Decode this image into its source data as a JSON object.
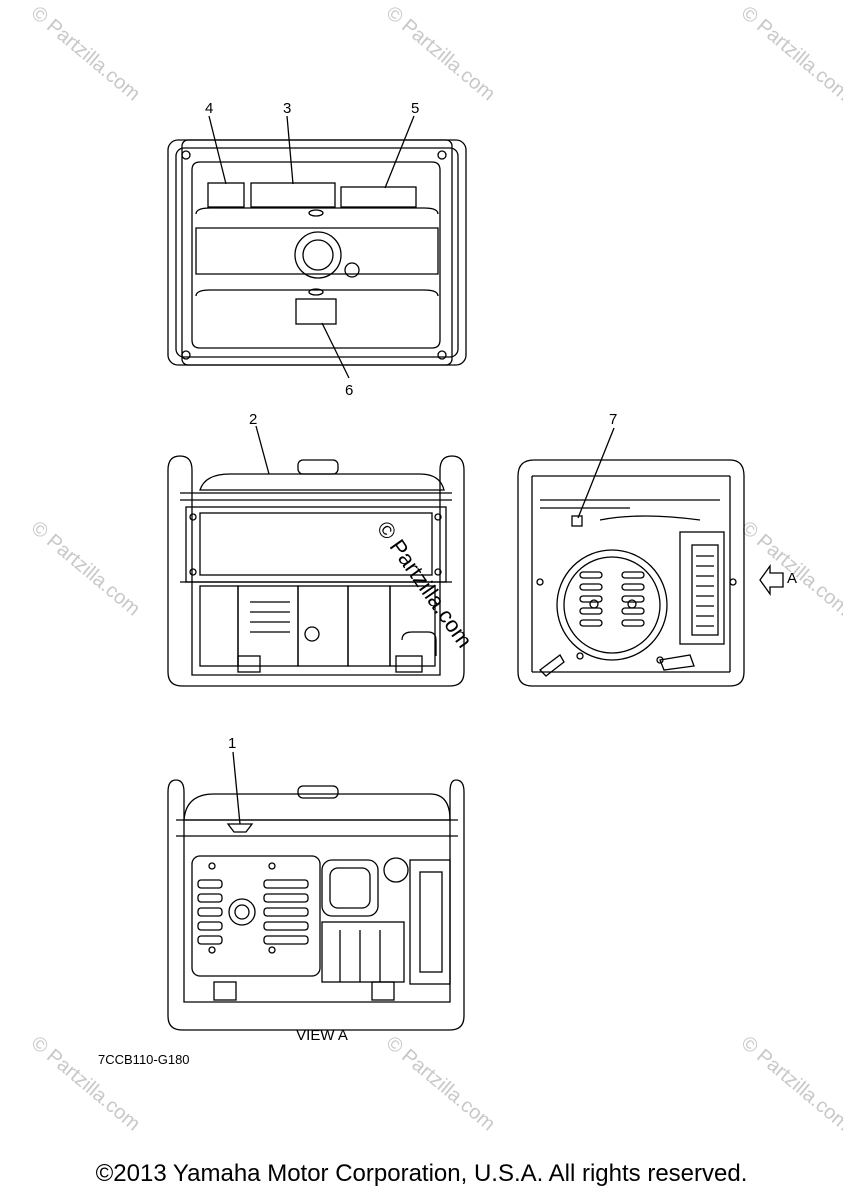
{
  "watermark": {
    "text": "© Partzilla.com",
    "center_text": "© Partzilla.com"
  },
  "callouts": [
    "1",
    "2",
    "3",
    "4",
    "5",
    "6",
    "7"
  ],
  "view_arrow_label": "A",
  "view_caption": "VIEW A",
  "diagram_code": "7CCB110-G180",
  "copyright": "©2013 Yamaha Motor Corporation, U.S.A. All rights reserved.",
  "colors": {
    "line": "#000000",
    "watermark": "#c8c8c8",
    "background": "#ffffff"
  }
}
